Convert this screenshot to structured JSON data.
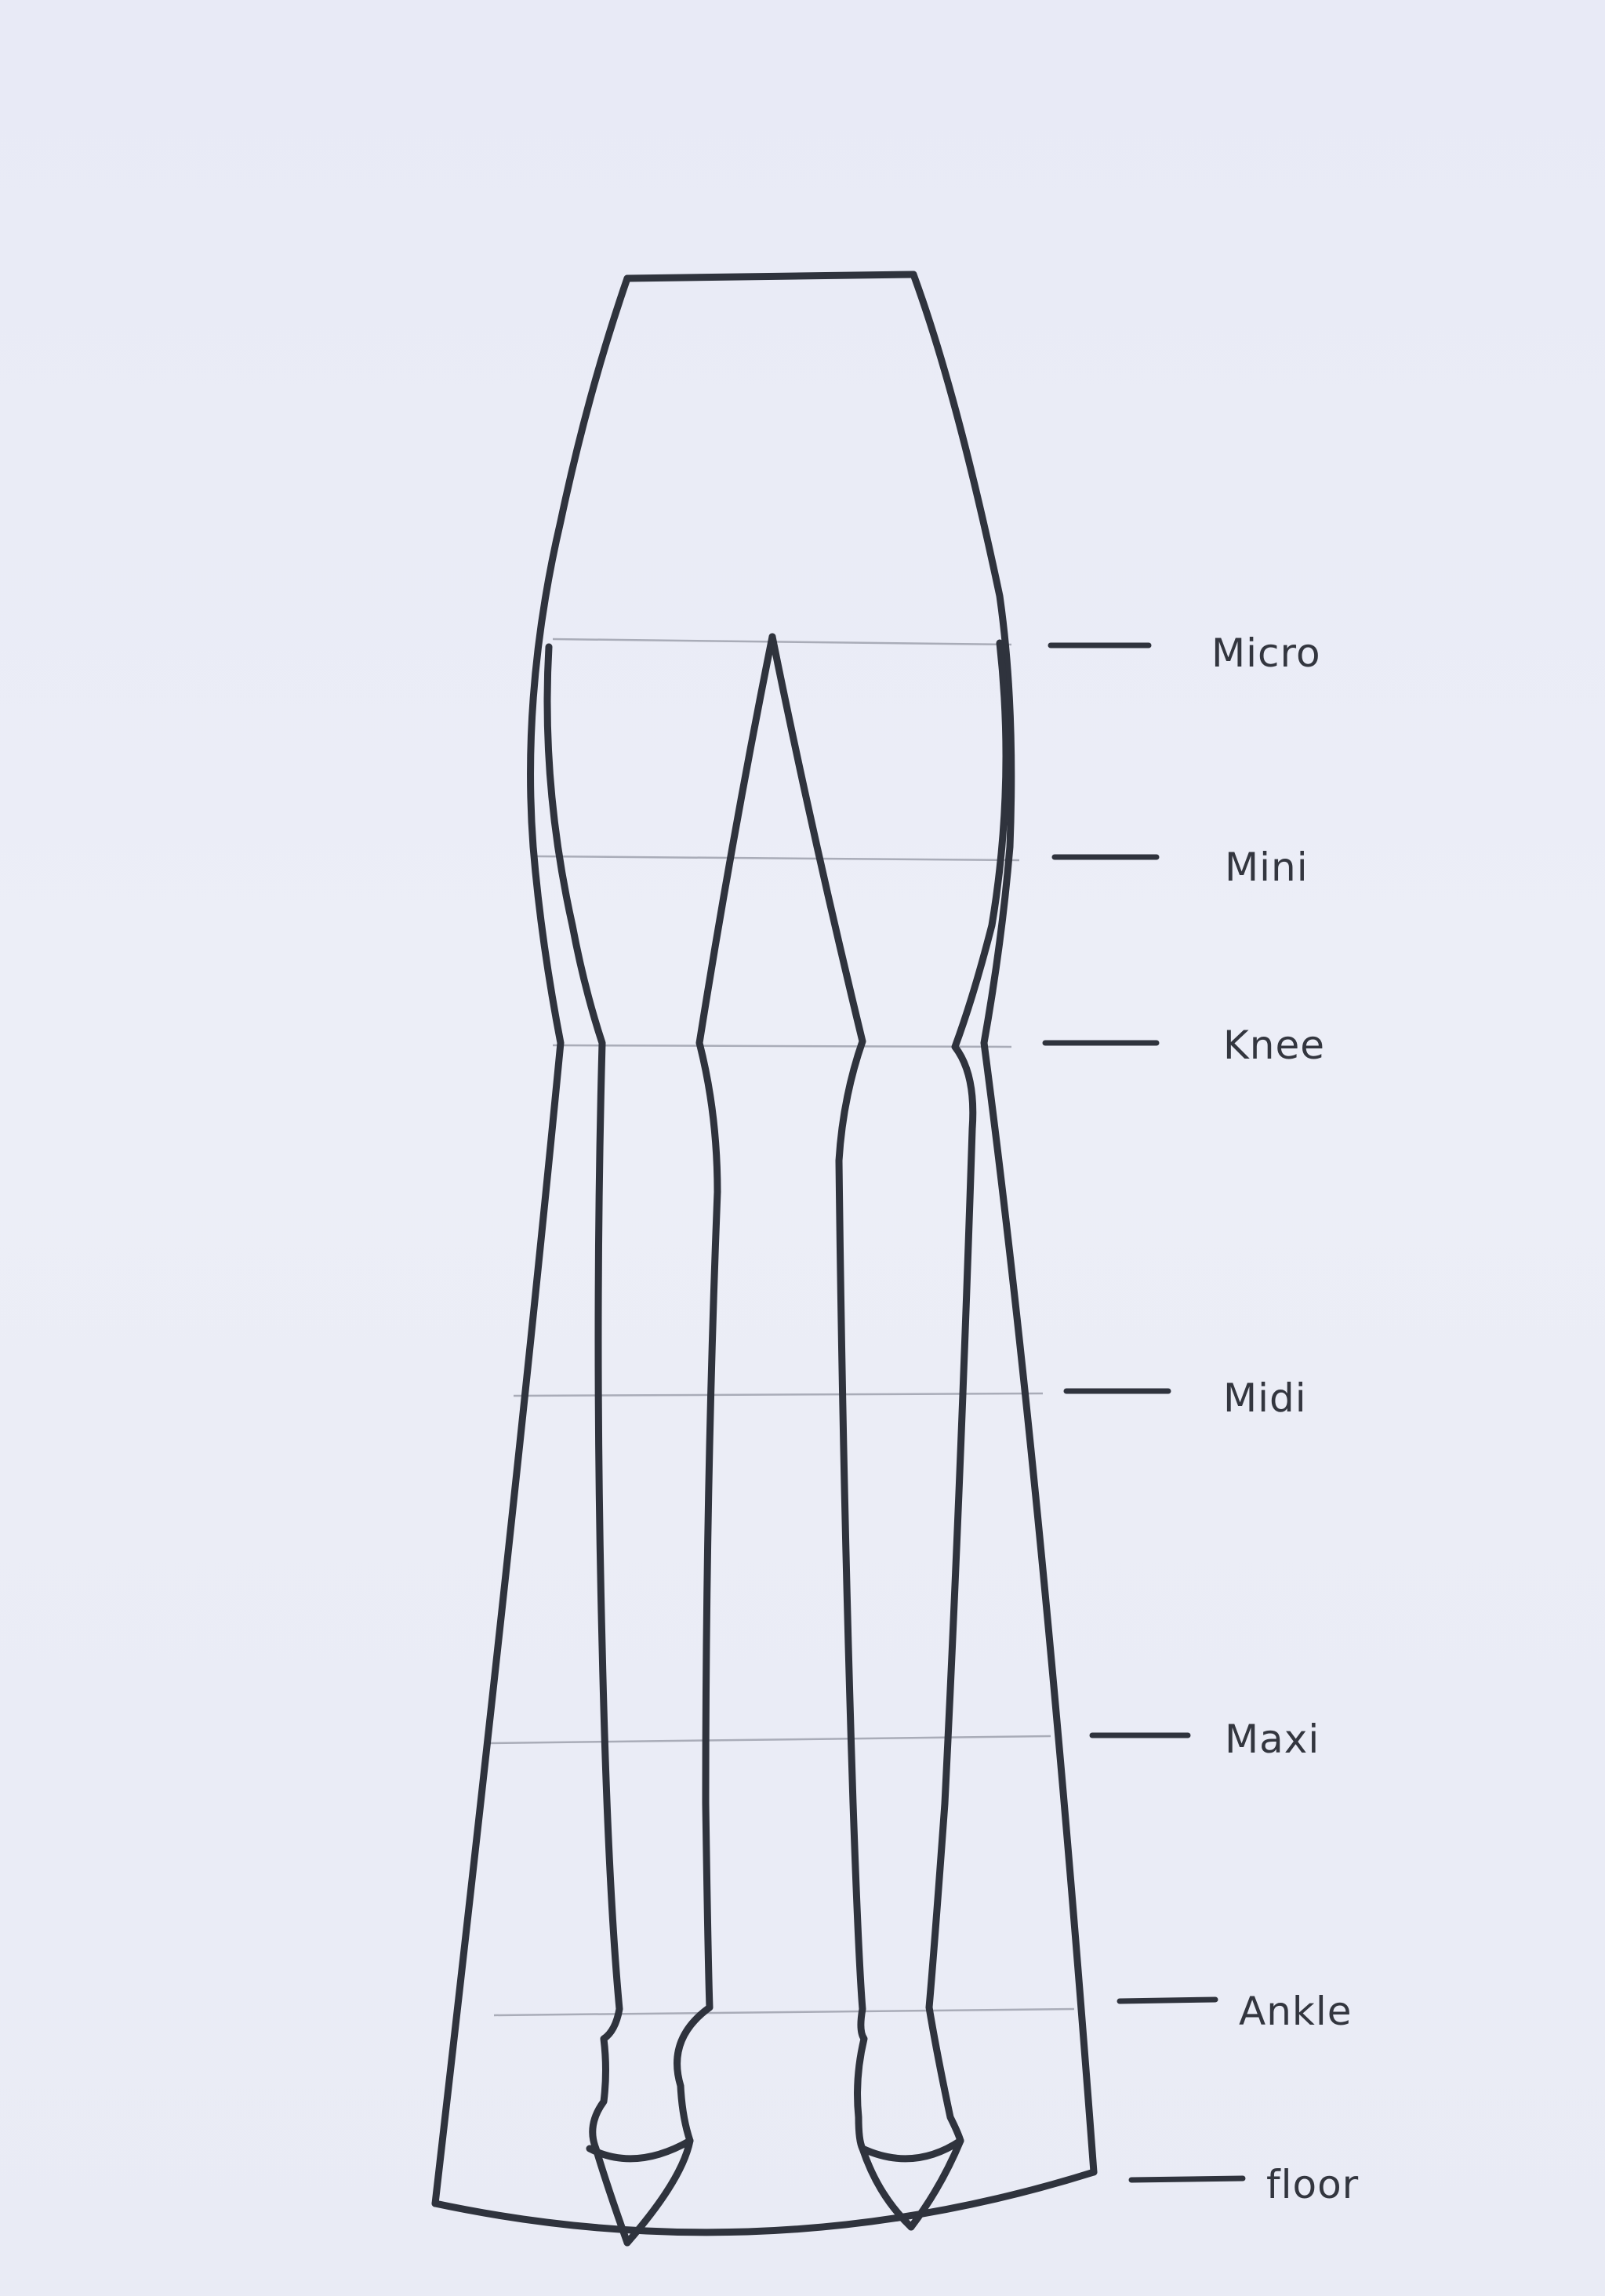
{
  "diagram": {
    "length_labels": [
      {
        "key": "micro",
        "text": "Micro"
      },
      {
        "key": "mini",
        "text": "Mini"
      },
      {
        "key": "knee",
        "text": "Knee"
      },
      {
        "key": "midi",
        "text": "Midi"
      },
      {
        "key": "maxi",
        "text": "Maxi"
      },
      {
        "key": "ankle",
        "text": "Ankle"
      },
      {
        "key": "floor",
        "text": "floor"
      }
    ]
  },
  "colors": {
    "paper": "#e9ebf6",
    "ink": "#2f333d",
    "pencil": "#a9acb8"
  }
}
